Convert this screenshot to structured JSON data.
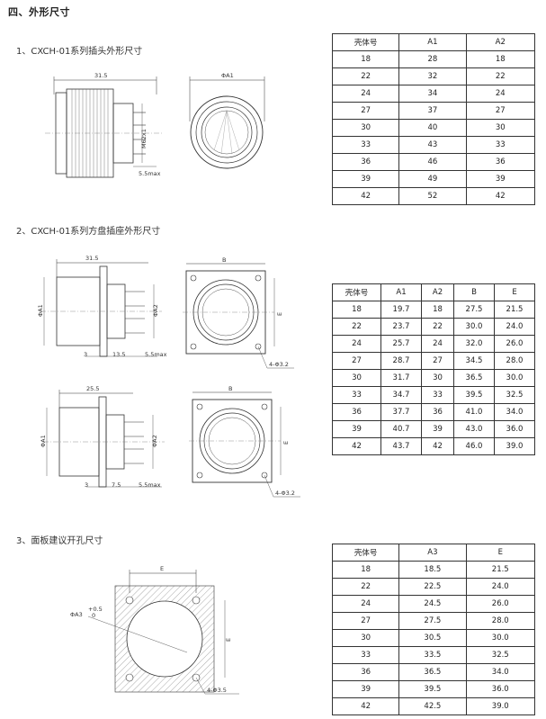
{
  "page_heading": "四、外形尺寸",
  "sections": {
    "s1": {
      "title": "1、CXCH-01系列插头外形尺寸",
      "dims": {
        "length": "31.5",
        "thread": "M62x1",
        "pin": "5.5max",
        "dia": "ΦA1"
      }
    },
    "s2": {
      "title": "2、CXCH-01系列方盘插座外形尺寸",
      "dims_a": {
        "length": "31.5",
        "dia_a1": "ΦA1",
        "dia_a2": "ΦA2",
        "d1": "3",
        "d2": "13.5",
        "d3": "5.5max",
        "b": "B",
        "e": "E",
        "holes": "4-Φ3.2"
      },
      "dims_b": {
        "length": "25.5",
        "dia_a1": "ΦA1",
        "dia_a2": "ΦA2",
        "d1": "3",
        "d2": "7.5",
        "d3": "5.5max",
        "b": "B",
        "e": "E",
        "holes": "4-Φ3.2"
      }
    },
    "s3": {
      "title": "3、面板建议开孔尺寸",
      "dims": {
        "e_top": "E",
        "e_side": "E",
        "dia": "ΦA3",
        "tol_plus": "+0.5",
        "tol_zero": "0",
        "holes": "4-Φ3.5"
      }
    }
  },
  "table1": {
    "headers": [
      "壳体号",
      "A1",
      "A2"
    ],
    "rows": [
      [
        "18",
        "28",
        "18"
      ],
      [
        "22",
        "32",
        "22"
      ],
      [
        "24",
        "34",
        "24"
      ],
      [
        "27",
        "37",
        "27"
      ],
      [
        "30",
        "40",
        "30"
      ],
      [
        "33",
        "43",
        "33"
      ],
      [
        "36",
        "46",
        "36"
      ],
      [
        "39",
        "49",
        "39"
      ],
      [
        "42",
        "52",
        "42"
      ]
    ]
  },
  "table2": {
    "headers": [
      "壳体号",
      "A1",
      "A2",
      "B",
      "E"
    ],
    "rows": [
      [
        "18",
        "19.7",
        "18",
        "27.5",
        "21.5"
      ],
      [
        "22",
        "23.7",
        "22",
        "30.0",
        "24.0"
      ],
      [
        "24",
        "25.7",
        "24",
        "32.0",
        "26.0"
      ],
      [
        "27",
        "28.7",
        "27",
        "34.5",
        "28.0"
      ],
      [
        "30",
        "31.7",
        "30",
        "36.5",
        "30.0"
      ],
      [
        "33",
        "34.7",
        "33",
        "39.5",
        "32.5"
      ],
      [
        "36",
        "37.7",
        "36",
        "41.0",
        "34.0"
      ],
      [
        "39",
        "40.7",
        "39",
        "43.0",
        "36.0"
      ],
      [
        "42",
        "43.7",
        "42",
        "46.0",
        "39.0"
      ]
    ]
  },
  "table3": {
    "headers": [
      "壳体号",
      "A3",
      "E"
    ],
    "rows": [
      [
        "18",
        "18.5",
        "21.5"
      ],
      [
        "22",
        "22.5",
        "24.0"
      ],
      [
        "24",
        "24.5",
        "26.0"
      ],
      [
        "27",
        "27.5",
        "28.0"
      ],
      [
        "30",
        "30.5",
        "30.0"
      ],
      [
        "33",
        "33.5",
        "32.5"
      ],
      [
        "36",
        "36.5",
        "34.0"
      ],
      [
        "39",
        "39.5",
        "36.0"
      ],
      [
        "42",
        "42.5",
        "39.0"
      ]
    ]
  }
}
